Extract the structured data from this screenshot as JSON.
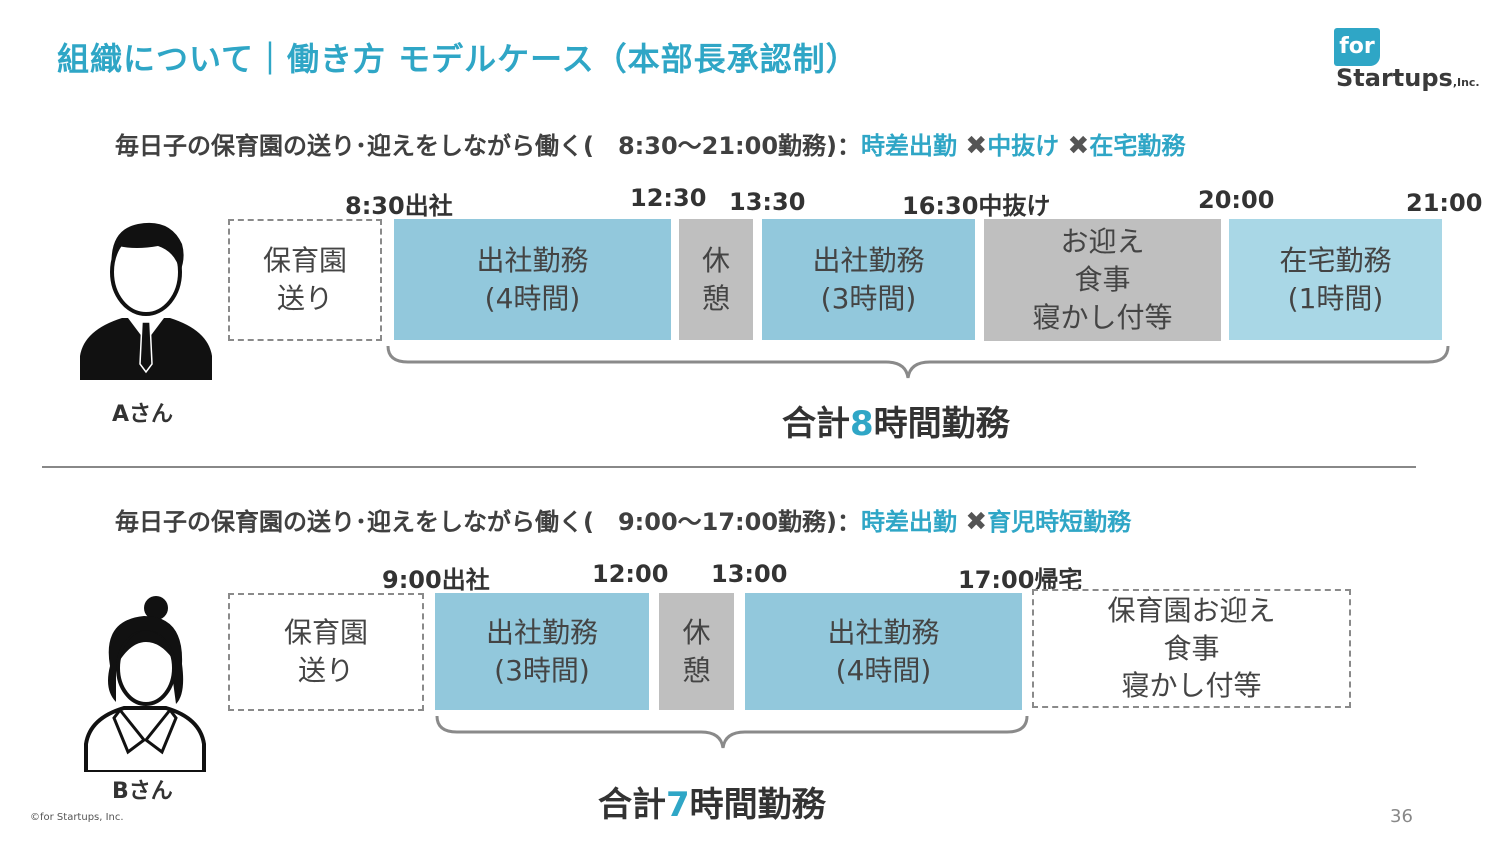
{
  "title": "組織について｜働き方 モデルケース（本部長承認制）",
  "logo": {
    "box_text": "for",
    "word": "Startups",
    "inc": ",Inc."
  },
  "caseA": {
    "prefix": "毎日子の保育園の送り･迎えをしながら働く(　8:30〜21:00勤務)：",
    "tags": [
      "時差出勤",
      "中抜け",
      "在宅勤務"
    ],
    "x": "✖",
    "times": [
      "8:30出社",
      "12:30",
      "13:30",
      "16:30中抜け",
      "20:00",
      "21:00"
    ],
    "blocks": [
      "保育園\n送り",
      "出社勤務\n(4時間)",
      "休\n憩",
      "出社勤務\n(3時間)",
      "お迎え\n食事\n寝かし付等",
      "在宅勤務\n(1時間)"
    ],
    "person": "Aさん",
    "total_pre": "合計",
    "total_num": "8",
    "total_post": "時間勤務"
  },
  "caseB": {
    "prefix": "毎日子の保育園の送り･迎えをしながら働く(　9:00〜17:00勤務)：",
    "tags": [
      "時差出勤",
      "育児時短勤務"
    ],
    "x": "✖",
    "times": [
      "9:00出社",
      "12:00",
      "13:00",
      "17:00帰宅"
    ],
    "blocks": [
      "保育園\n送り",
      "出社勤務\n(3時間)",
      "休\n憩",
      "出社勤務\n(4時間)",
      "保育園お迎え\n食事\n寝かし付等"
    ],
    "person": "Bさん",
    "total_pre": "合計",
    "total_num": "7",
    "total_post": "時間勤務"
  },
  "footer": "©for Startups, Inc.",
  "page_number": "36",
  "colors": {
    "accent": "#2fa6c6",
    "block_blue": "#92c8dc",
    "block_gray": "#bfbfbf"
  }
}
